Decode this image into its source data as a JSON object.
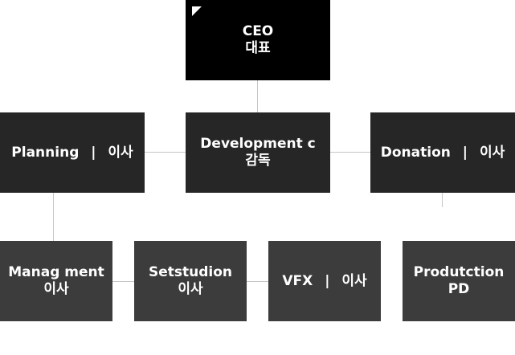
{
  "org_chart": {
    "ceo": {
      "title": "CEO",
      "role": "대표"
    },
    "row2": [
      {
        "title": "Planning",
        "sep": "|",
        "role": "이사"
      },
      {
        "title": "Development c",
        "role": "감독"
      },
      {
        "title": "Donation",
        "sep": "|",
        "role": "이사"
      }
    ],
    "row3": [
      {
        "title": "Manag ment",
        "role": "이사"
      },
      {
        "title": "Setstudion",
        "role": "이사"
      },
      {
        "title": "VFX",
        "sep": "|",
        "role": "이사"
      },
      {
        "title": "Produtction",
        "role": "PD"
      }
    ]
  }
}
